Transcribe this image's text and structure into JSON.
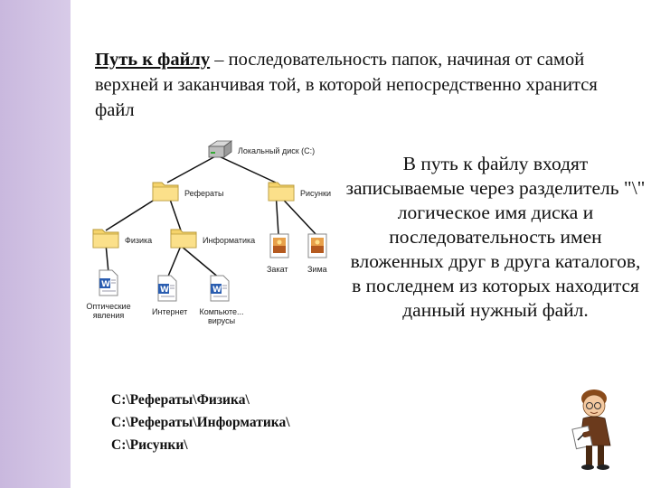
{
  "definition": {
    "term": "Путь к файлу",
    "text": " – последовательность папок, начиная от самой верхней и заканчивая той, в которой непосредственно хранится файл"
  },
  "tree": {
    "root": "Локальный диск (C:)",
    "referaty": "Рефераты",
    "risunki": "Рисунки",
    "fizika": "Физика",
    "informatika": "Информатика",
    "zakat": "Закат",
    "zima": "Зима",
    "file1_line1": "Оптические",
    "file1_line2": "явления",
    "file2": "Интернет",
    "file3_line1": "Компьюте...",
    "file3_line2": "вирусы"
  },
  "explanation": "В путь к файлу входят записываемые через разделитель \"\\\" логическое имя диска и последовательность имен вложенных друг в друга каталогов, в последнем из которых находится данный нужный файл.",
  "paths": [
    "C:\\Рефераты\\Физика\\",
    "C:\\Рефераты\\Информатика\\",
    "C:\\Рисунки\\"
  ],
  "colors": {
    "sidebar": "#cdbde0",
    "folder": "#f5d36b",
    "tree_lines": "#111111"
  }
}
